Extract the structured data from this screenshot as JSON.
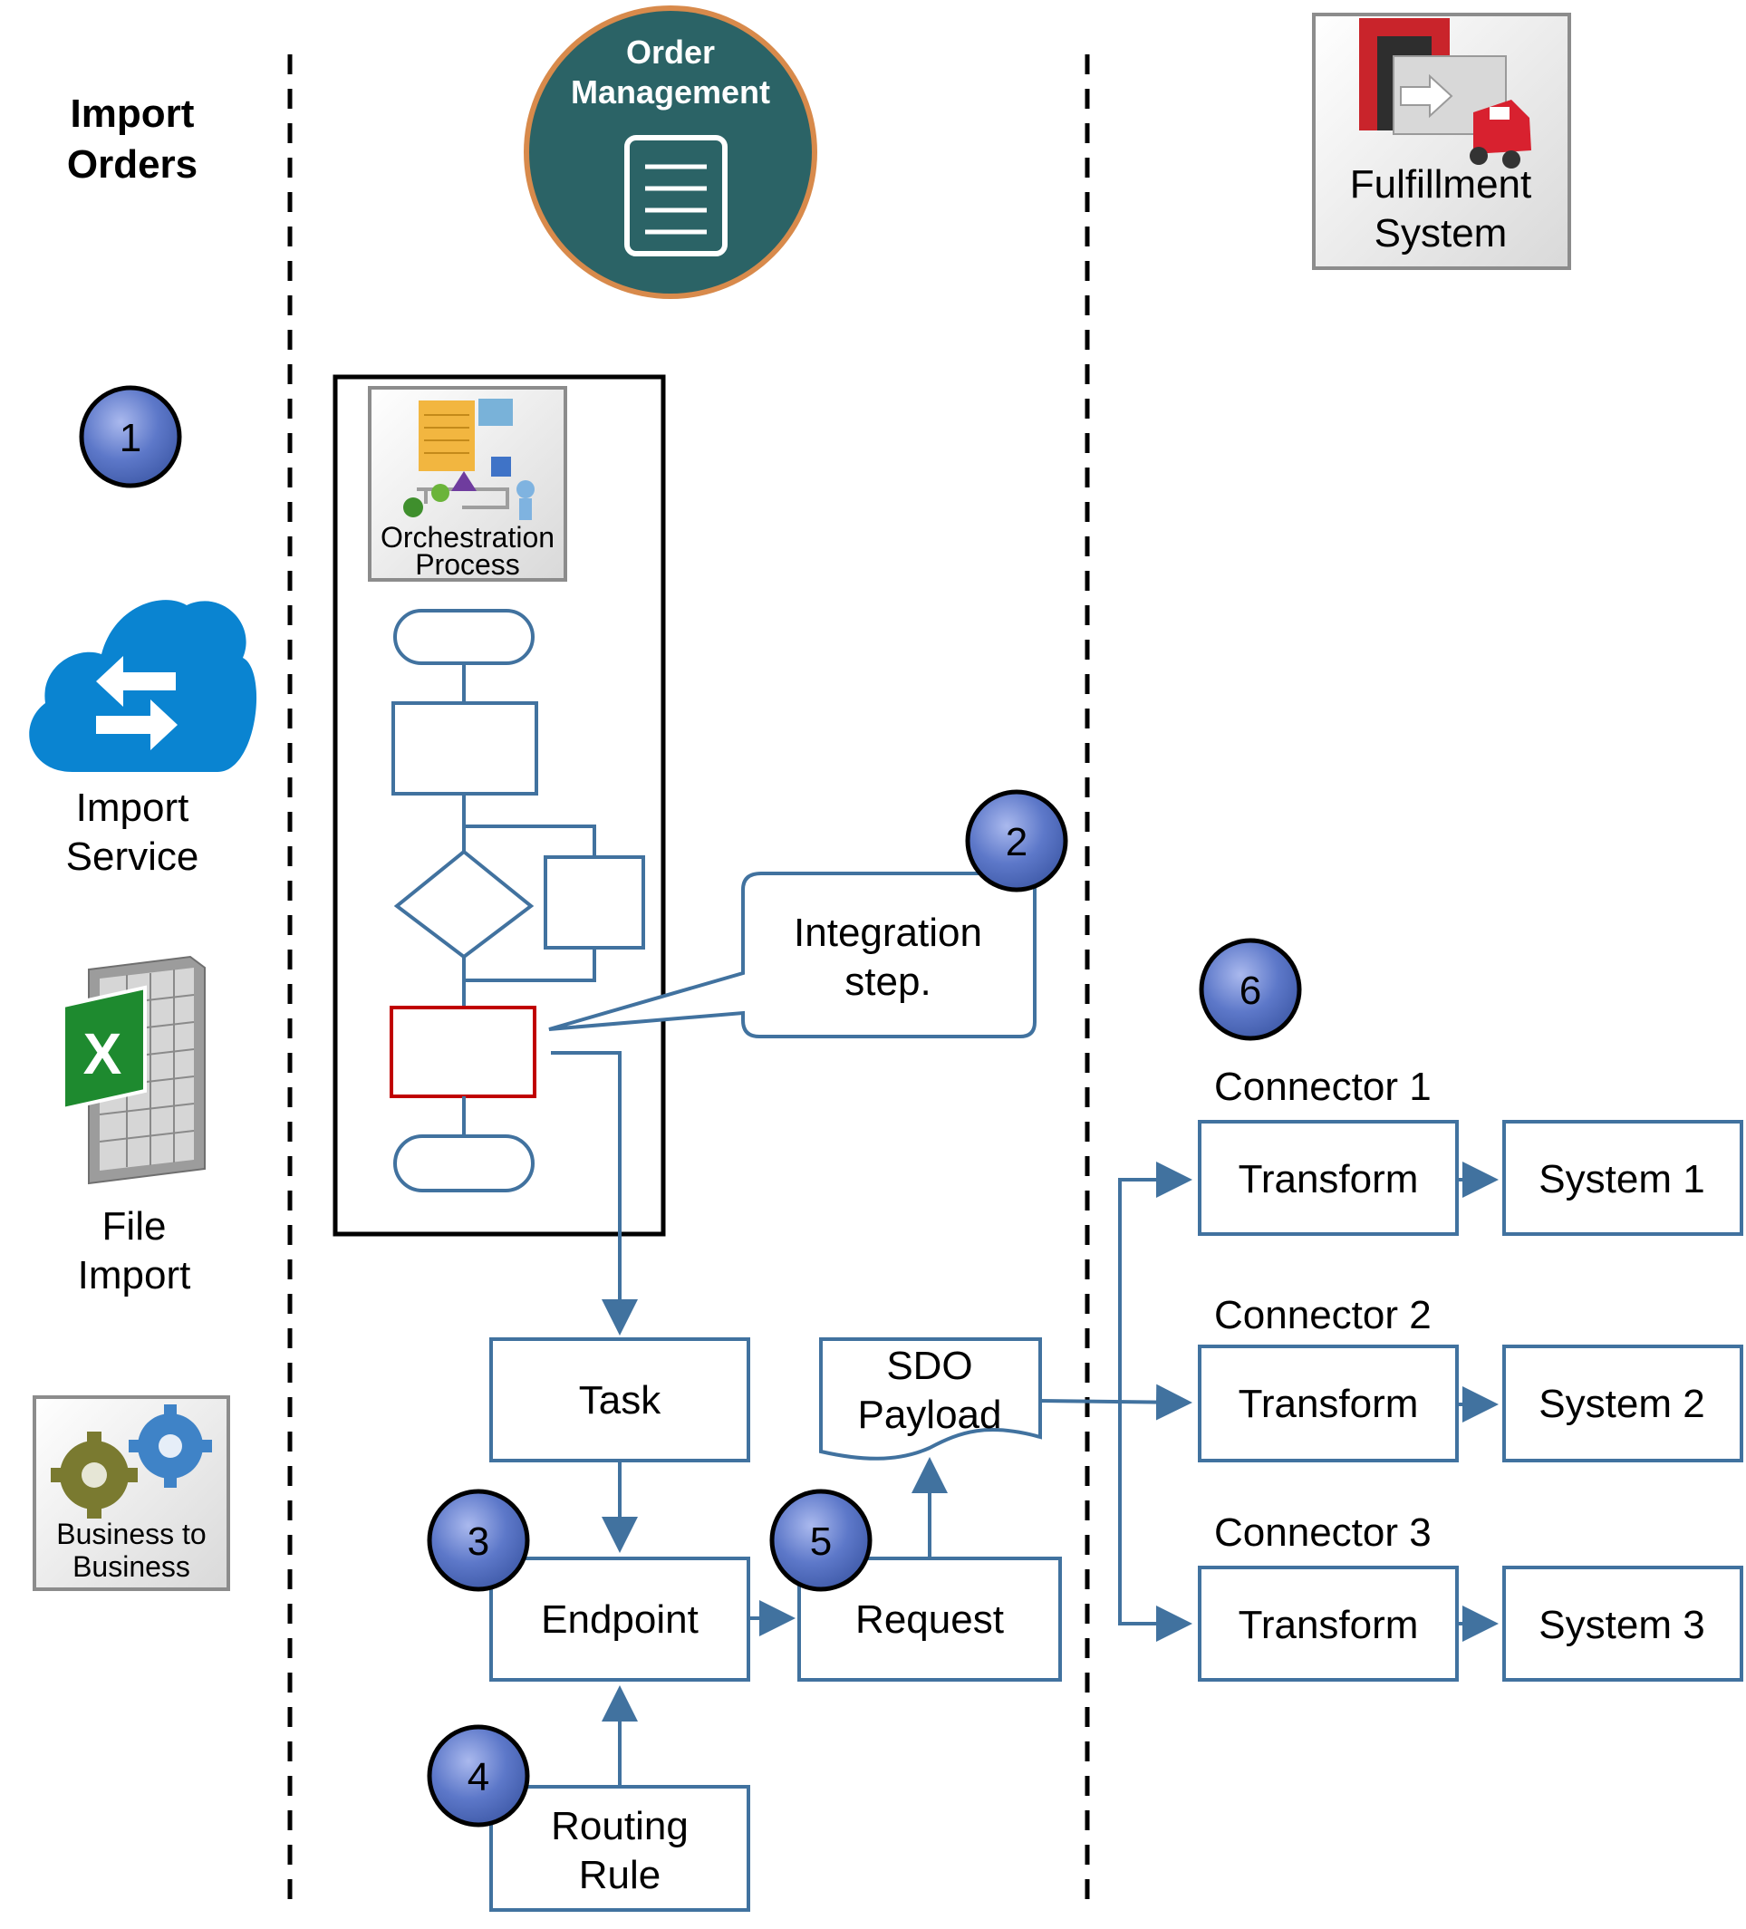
{
  "colors": {
    "accent_blue": "#41729f",
    "flow_red": "#c00000",
    "badge_fill": "#4a67b7",
    "order_circle": "#2b6366",
    "order_ring": "#d88a4b",
    "cloud": "#0a84d1"
  },
  "left": {
    "title_line1": "Import",
    "title_line2": "Orders",
    "badge": "1",
    "import_service_line1": "Import",
    "import_service_line2": "Service",
    "file_import_line1": "File",
    "file_import_line2": "Import",
    "b2b_line1": "Business to",
    "b2b_line2": "Business",
    "icons": [
      "cloud-sync-icon",
      "excel-file-icon",
      "gears-icon"
    ]
  },
  "middle": {
    "order_mgmt_line1": "Order",
    "order_mgmt_line2": "Management",
    "orchestration_line1": "Orchestration",
    "orchestration_line2": "Process",
    "callout_badge": "2",
    "callout_line1": "Integration",
    "callout_line2": "step.",
    "task": "Task",
    "endpoint": "Endpoint",
    "endpoint_badge": "3",
    "routing_line1": "Routing",
    "routing_line2": "Rule",
    "routing_badge": "4",
    "request": "Request",
    "request_badge": "5",
    "sdo_line1": "SDO",
    "sdo_line2": "Payload"
  },
  "right": {
    "fulfillment_line1": "Fulfillment",
    "fulfillment_line2": "System",
    "connectors_badge": "6",
    "connectors": [
      {
        "name": "Connector 1",
        "transform": "Transform",
        "system": "System 1"
      },
      {
        "name": "Connector 2",
        "transform": "Transform",
        "system": "System 2"
      },
      {
        "name": "Connector 3",
        "transform": "Transform",
        "system": "System 3"
      }
    ]
  }
}
